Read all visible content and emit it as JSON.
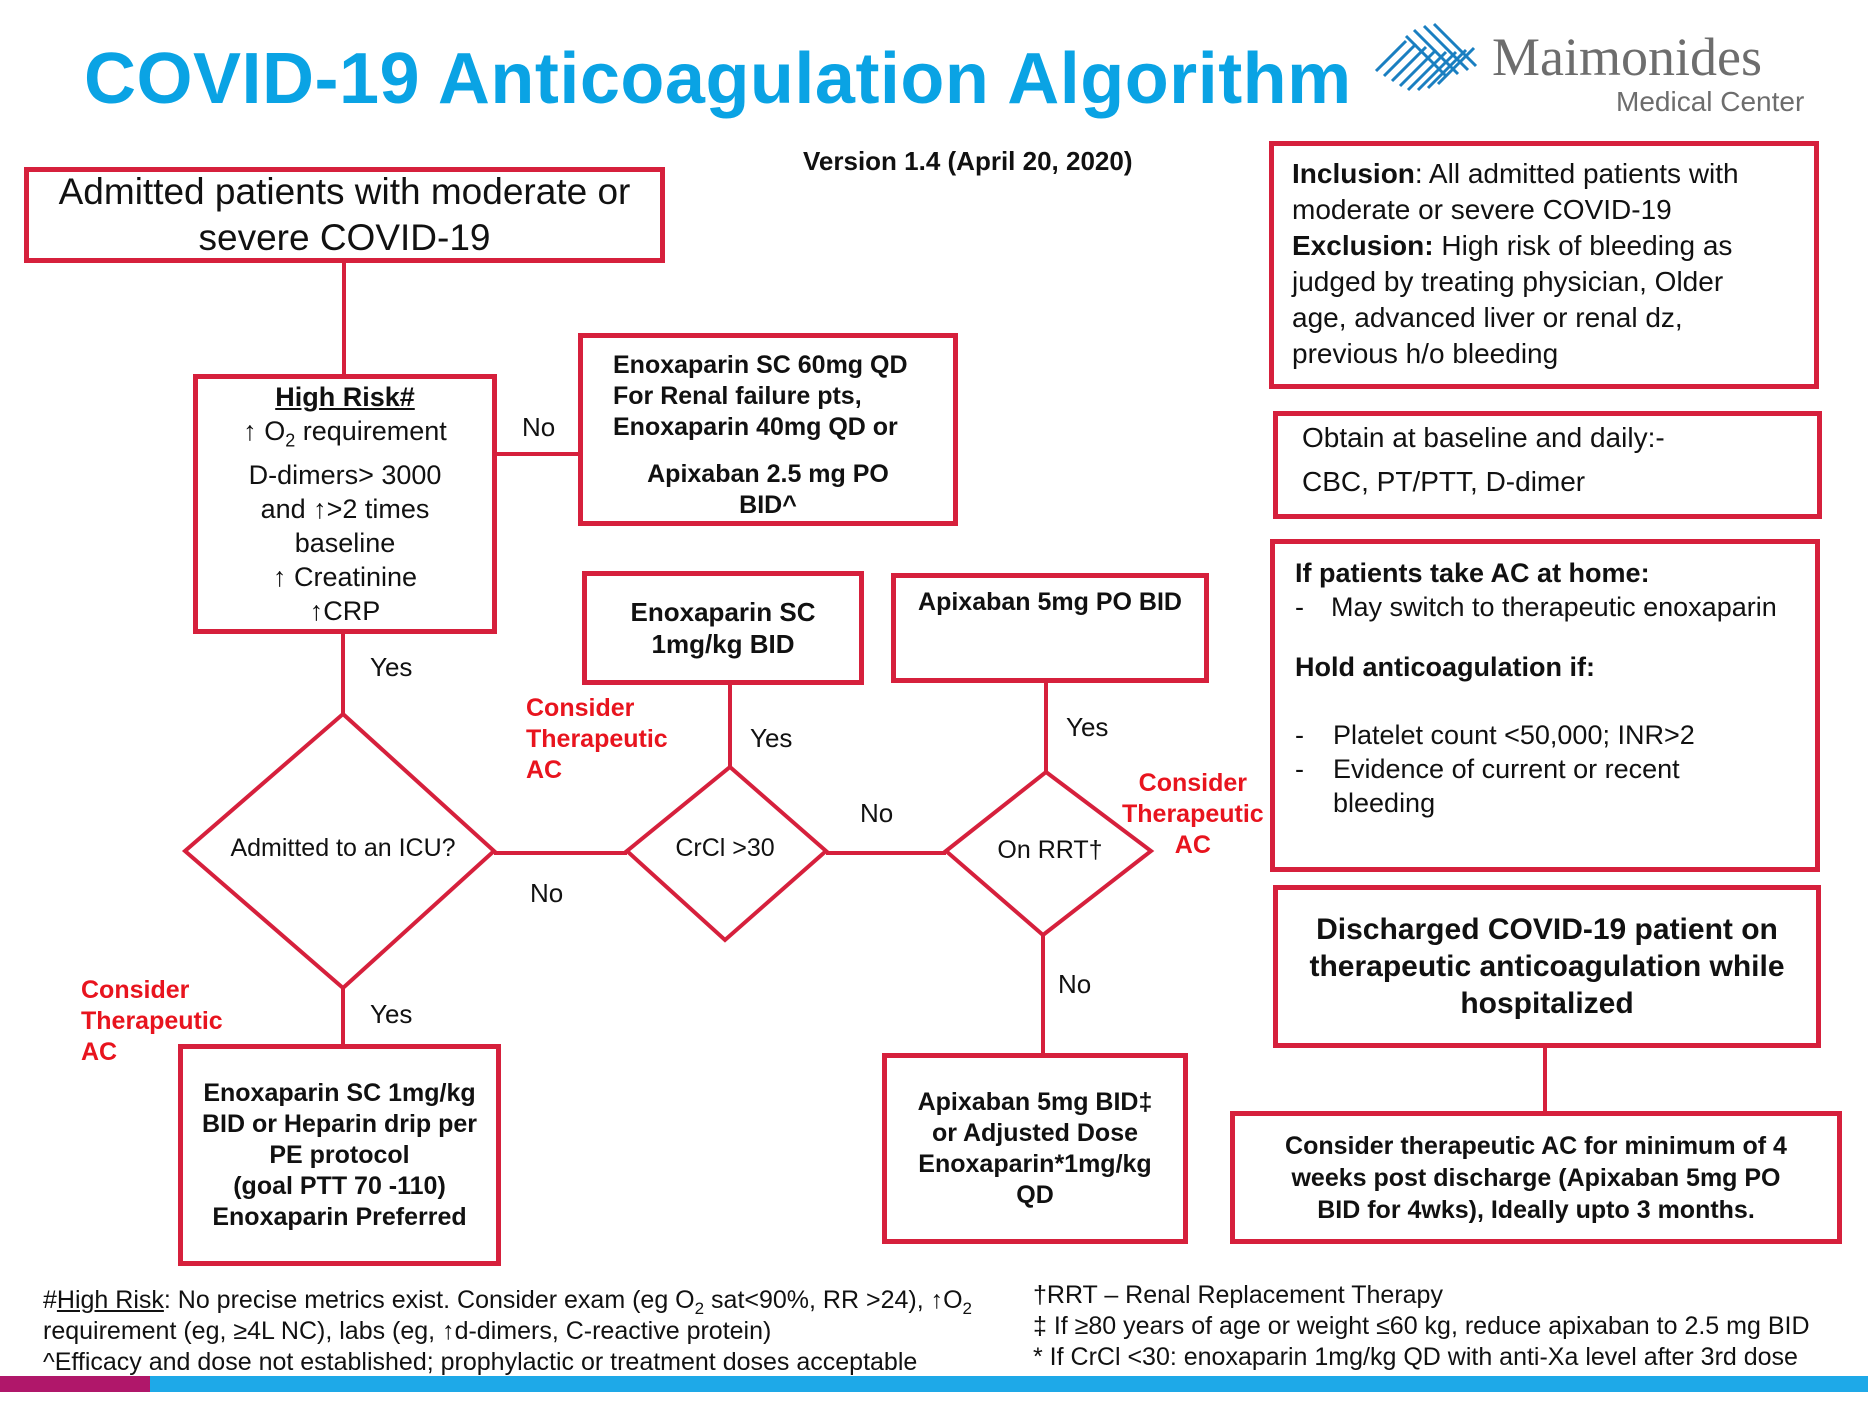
{
  "title": "COVID-19 Anticoagulation Algorithm",
  "version": "Version 1.4 (April 20, 2020)",
  "logo": {
    "name": "Maimonides",
    "subtitle": "Medical Center",
    "colors": [
      "#1a7fc1",
      "#7a7a7a"
    ]
  },
  "colors": {
    "accent_border": "#d6203c",
    "title_blue": "#0aa3e4",
    "consider_red": "#e8141e"
  },
  "start_box": {
    "line1": "Admitted patients with moderate or",
    "line2": "severe COVID-19"
  },
  "high_risk": {
    "heading": "High Risk#",
    "l1_arrow": "↑",
    "l1_o": "O",
    "l1_sub": "2",
    "l1_rest": " requirement",
    "l2": "D-dimers> 3000",
    "l3": "and ↑>2 times",
    "l4": "baseline",
    "l5": "↑ Creatinine",
    "l6": "↑CRP"
  },
  "prophylaxis_box": {
    "l1": "Enoxaparin SC 60mg QD",
    "l2": "For Renal failure pts,",
    "l3": "Enoxaparin 40mg QD or",
    "l4": "Apixaban 2.5 mg PO",
    "l5": "BID^"
  },
  "enox_bid_box": {
    "l1": "Enoxaparin SC",
    "l2": "1mg/kg BID"
  },
  "apix_bid_box": {
    "l1": "Apixaban 5mg PO BID"
  },
  "icu_box": {
    "l1": "Enoxaparin SC 1mg/kg",
    "l2": "BID or Heparin drip per",
    "l3": "PE protocol",
    "l4": "(goal PTT 70 -110)",
    "l5": "Enoxaparin Preferred"
  },
  "rrt_box": {
    "l1": "Apixaban 5mg BID‡",
    "l2": "or Adjusted Dose",
    "l3": "Enoxaparin*1mg/kg",
    "l4": "QD"
  },
  "diamonds": {
    "icu": "Admitted to an ICU?",
    "crcl": "CrCl >30",
    "rrt": "On RRT†"
  },
  "labels": {
    "no_top": "No",
    "yes_left": "Yes",
    "yes_crcl": "Yes",
    "yes_rrt": "Yes",
    "no_crcl_rrt": "No",
    "no_icu": "No",
    "yes_icu": "Yes",
    "no_rrt": "No"
  },
  "consider": {
    "l1": "Consider",
    "l2": "Therapeutic",
    "l3": "AC"
  },
  "inclusion_box": {
    "inc_label": "Inclusion",
    "inc_text": ": All admitted patients with",
    "inc_line2": "moderate or severe COVID-19",
    "exc_label": "Exclusion:",
    "exc_text": " High risk of bleeding as",
    "exc_l2": "judged by treating physician, Older",
    "exc_l3": "age, advanced liver or renal dz,",
    "exc_l4": "previous h/o bleeding"
  },
  "baseline_box": {
    "l1": "Obtain at baseline and daily:-",
    "l2": "CBC, PT/PTT, D-dimer"
  },
  "home_box": {
    "heading": "If patients take AC at home:",
    "item1": "May switch to therapeutic enoxaparin",
    "hold_heading": "Hold anticoagulation if:",
    "item2": "Platelet count <50,000; INR>2",
    "item3a": "Evidence of current or recent",
    "item3b": "bleeding",
    "dash": "-"
  },
  "discharged_box": {
    "l1": "Discharged COVID-19 patient on",
    "l2": "therapeutic anticoagulation while",
    "l3": "hospitalized"
  },
  "post_discharge_box": {
    "l1": "Consider therapeutic AC for minimum of 4",
    "l2": "weeks post discharge (Apixaban 5mg PO",
    "l3": "BID for 4wks), Ideally upto 3 months."
  },
  "footnotes": {
    "left_l1_hash": "#",
    "left_l1_hr": "High Risk",
    "left_l1_a": ": No precise metrics exist. Consider exam (eg O",
    "left_l1_sub": "2",
    "left_l1_b": " sat<90%, RR >24), ↑O",
    "left_l1_sub2": "2",
    "left_l2": "requirement (eg, ≥4L NC), labs (eg, ↑d-dimers, C-reactive protein)",
    "left_l3": "^Efficacy and dose not established; prophylactic or treatment doses acceptable",
    "right_l1": "†RRT – Renal Replacement Therapy",
    "right_l2": "‡ If ≥80 years of age or weight ≤60 kg, reduce apixaban to 2.5 mg BID",
    "right_l3": "* If CrCl <30: enoxaparin 1mg/kg QD with anti-Xa level after 3rd dose"
  }
}
